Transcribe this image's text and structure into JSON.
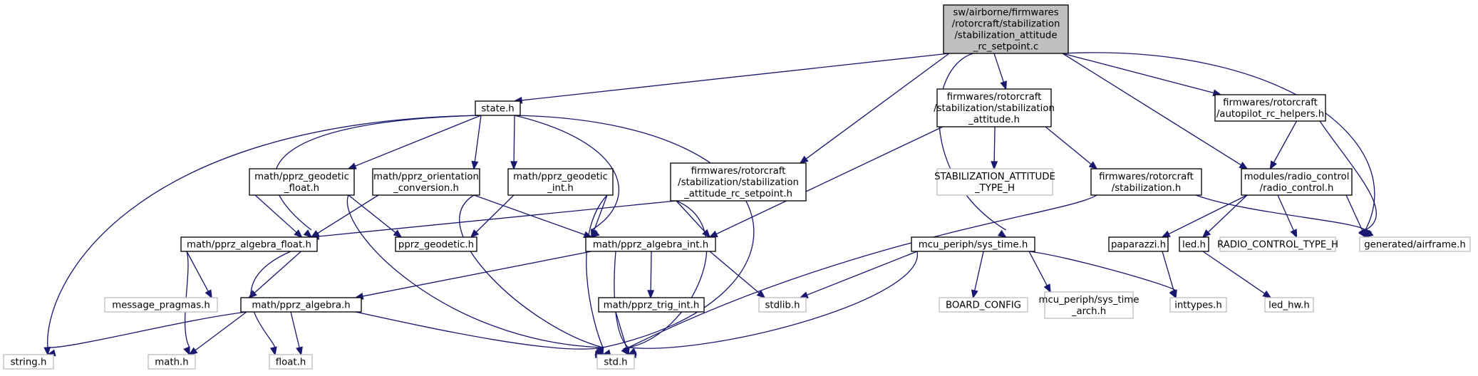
{
  "graph": {
    "nodes": [
      {
        "id": "main",
        "kind": "main",
        "lines": [
          "sw/airborne/firmwares",
          "/rotorcraft/stabilization",
          "/stabilization_attitude",
          "_rc_setpoint.c"
        ]
      },
      {
        "id": "state",
        "kind": "normal",
        "lines": [
          "state.h"
        ]
      },
      {
        "id": "stab_att",
        "kind": "normal",
        "lines": [
          "firmwares/rotorcraft",
          "/stabilization/stabilization",
          "_attitude.h"
        ]
      },
      {
        "id": "autopilot_rc",
        "kind": "normal",
        "lines": [
          "firmwares/rotorcraft",
          "/autopilot_rc_helpers.h"
        ]
      },
      {
        "id": "geodetic_float",
        "kind": "normal",
        "lines": [
          "math/pprz_geodetic",
          "_float.h"
        ]
      },
      {
        "id": "orient_conv",
        "kind": "normal",
        "lines": [
          "math/pprz_orientation",
          "_conversion.h"
        ]
      },
      {
        "id": "geodetic_int",
        "kind": "normal",
        "lines": [
          "math/pprz_geodetic",
          "_int.h"
        ]
      },
      {
        "id": "stab_att_rc",
        "kind": "normal",
        "lines": [
          "firmwares/rotorcraft",
          "/stabilization/stabilization",
          "_attitude_rc_setpoint.h"
        ]
      },
      {
        "id": "stab_att_type",
        "kind": "external",
        "lines": [
          "STABILIZATION_ATTITUDE",
          "_TYPE_H"
        ]
      },
      {
        "id": "stab",
        "kind": "normal",
        "lines": [
          "firmwares/rotorcraft",
          "/stabilization.h"
        ]
      },
      {
        "id": "radio",
        "kind": "normal",
        "lines": [
          "modules/radio_control",
          "/radio_control.h"
        ]
      },
      {
        "id": "alg_float",
        "kind": "normal",
        "lines": [
          "math/pprz_algebra_float.h"
        ]
      },
      {
        "id": "geodetic",
        "kind": "normal",
        "lines": [
          "pprz_geodetic.h"
        ]
      },
      {
        "id": "alg_int",
        "kind": "normal",
        "lines": [
          "math/pprz_algebra_int.h"
        ]
      },
      {
        "id": "sys_time",
        "kind": "normal",
        "lines": [
          "mcu_periph/sys_time.h"
        ]
      },
      {
        "id": "paparazzi",
        "kind": "normal",
        "lines": [
          "paparazzi.h"
        ]
      },
      {
        "id": "led",
        "kind": "normal",
        "lines": [
          "led.h"
        ]
      },
      {
        "id": "rc_type",
        "kind": "external",
        "lines": [
          "RADIO_CONTROL_TYPE_H"
        ]
      },
      {
        "id": "airframe",
        "kind": "external",
        "lines": [
          "generated/airframe.h"
        ]
      },
      {
        "id": "msg_pragmas",
        "kind": "external",
        "lines": [
          "message_pragmas.h"
        ]
      },
      {
        "id": "alg",
        "kind": "normal",
        "lines": [
          "math/pprz_algebra.h"
        ]
      },
      {
        "id": "trig_int",
        "kind": "normal",
        "lines": [
          "math/pprz_trig_int.h"
        ]
      },
      {
        "id": "stdlib",
        "kind": "external",
        "lines": [
          "stdlib.h"
        ]
      },
      {
        "id": "board_config",
        "kind": "external",
        "lines": [
          "BOARD_CONFIG"
        ]
      },
      {
        "id": "sys_time_arch",
        "kind": "external",
        "lines": [
          "mcu_periph/sys_time",
          "_arch.h"
        ]
      },
      {
        "id": "inttypes",
        "kind": "external",
        "lines": [
          "inttypes.h"
        ]
      },
      {
        "id": "led_hw",
        "kind": "external",
        "lines": [
          "led_hw.h"
        ]
      },
      {
        "id": "string",
        "kind": "external",
        "lines": [
          "string.h"
        ]
      },
      {
        "id": "math",
        "kind": "external",
        "lines": [
          "math.h"
        ]
      },
      {
        "id": "float",
        "kind": "external",
        "lines": [
          "float.h"
        ]
      },
      {
        "id": "std",
        "kind": "external",
        "lines": [
          "std.h"
        ]
      }
    ],
    "edges": [
      [
        "main",
        "state"
      ],
      [
        "main",
        "stab_att_rc"
      ],
      [
        "main",
        "stab_att"
      ],
      [
        "main",
        "sys_time"
      ],
      [
        "main",
        "radio"
      ],
      [
        "main",
        "autopilot_rc"
      ],
      [
        "main",
        "airframe"
      ],
      [
        "state",
        "geodetic_float"
      ],
      [
        "state",
        "orient_conv"
      ],
      [
        "state",
        "geodetic_int"
      ],
      [
        "state",
        "alg_float"
      ],
      [
        "state",
        "alg_int"
      ],
      [
        "state",
        "string"
      ],
      [
        "state",
        "std"
      ],
      [
        "stab_att",
        "alg_int"
      ],
      [
        "stab_att",
        "stab_att_type"
      ],
      [
        "stab_att",
        "stab"
      ],
      [
        "autopilot_rc",
        "radio"
      ],
      [
        "autopilot_rc",
        "airframe"
      ],
      [
        "geodetic_float",
        "alg_float"
      ],
      [
        "geodetic_float",
        "geodetic"
      ],
      [
        "geodetic_float",
        "std"
      ],
      [
        "orient_conv",
        "alg_float"
      ],
      [
        "orient_conv",
        "alg_int"
      ],
      [
        "orient_conv",
        "std"
      ],
      [
        "geodetic_int",
        "geodetic"
      ],
      [
        "geodetic_int",
        "alg_int"
      ],
      [
        "geodetic_int",
        "std"
      ],
      [
        "stab_att_rc",
        "alg_float"
      ],
      [
        "stab_att_rc",
        "alg_int"
      ],
      [
        "stab_att_rc",
        "std"
      ],
      [
        "stab",
        "std"
      ],
      [
        "stab",
        "airframe"
      ],
      [
        "radio",
        "paparazzi"
      ],
      [
        "radio",
        "led"
      ],
      [
        "radio",
        "rc_type"
      ],
      [
        "radio",
        "airframe"
      ],
      [
        "alg_float",
        "msg_pragmas"
      ],
      [
        "alg_float",
        "alg"
      ],
      [
        "alg_float",
        "math"
      ],
      [
        "alg_float",
        "float"
      ],
      [
        "alg_int",
        "alg"
      ],
      [
        "alg_int",
        "trig_int"
      ],
      [
        "alg_int",
        "stdlib"
      ],
      [
        "alg_int",
        "std"
      ],
      [
        "sys_time",
        "stdlib"
      ],
      [
        "sys_time",
        "board_config"
      ],
      [
        "sys_time",
        "sys_time_arch"
      ],
      [
        "sys_time",
        "inttypes"
      ],
      [
        "sys_time",
        "std"
      ],
      [
        "paparazzi",
        "inttypes"
      ],
      [
        "led",
        "led_hw"
      ],
      [
        "alg",
        "string"
      ],
      [
        "alg",
        "math"
      ],
      [
        "alg",
        "float"
      ],
      [
        "alg",
        "std"
      ],
      [
        "trig_int",
        "std"
      ]
    ]
  },
  "colors": {
    "edge": "#191970",
    "main_fill": "#bfbfbf",
    "node_border": "#000000",
    "external_border": "#bfbfbf",
    "background": "#ffffff"
  }
}
